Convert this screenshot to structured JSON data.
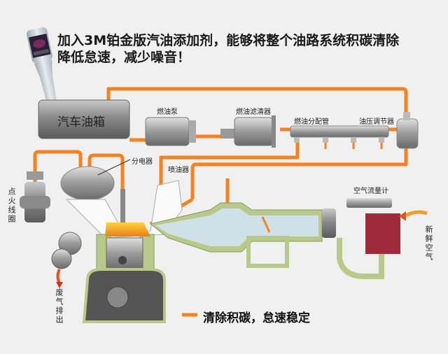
{
  "headline": {
    "line1": "加入3M铂金版汽油添加剂，能够将整个油路系统积碳清除",
    "line2": "降低怠速，减少噪音！"
  },
  "components": {
    "fuel_tank": "汽车油箱",
    "fuel_pump": "燃油泵",
    "fuel_filter": "燃油滤清器",
    "fuel_rail": "燃油分配管",
    "pressure_regulator": "油压调节器",
    "distributor": "分电器",
    "injector": "喷油器",
    "ignition_coil": "点火线圈",
    "air_flow_meter": "空气流量计",
    "fresh_air": "新鲜空气",
    "exhaust": "废气排出"
  },
  "caption": "清除积碳，怠速稳定",
  "colors": {
    "fuel_line": "#f5821f",
    "background": "#f0f0f0",
    "intake_wall": "#b8c98a",
    "combustion": "#f0a020",
    "air_meter": "#9e2a3a"
  }
}
